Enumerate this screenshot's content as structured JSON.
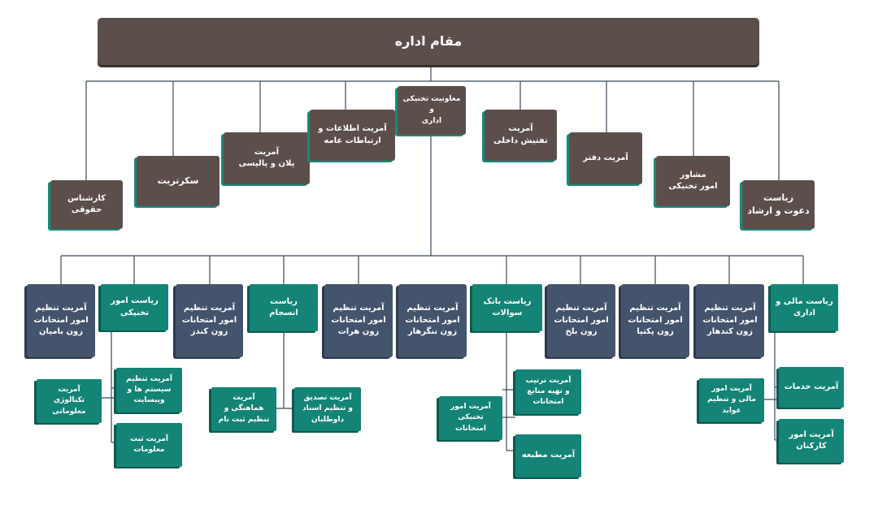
{
  "top": "مقام اداره",
  "tier1": {
    "legal": "کارشناس حقوقی",
    "secretariat": "سکرتریت",
    "plan": "آمریت\nپلان و پالیسی",
    "info": "آمریت اطلاعات و\nارتباطات عامه",
    "deputy": "معاونیت تخنیکی و\nاداری",
    "audit": "آمریت\nتفتیش داخلی",
    "office": "آمریت دفتر",
    "advisor": "مشاور\nامور تخنیکی",
    "dawat": "ریاست\nدعوت و ارشاد"
  },
  "tier2": {
    "bamyan": "آمریت تنظیم\nامور امتحانات\nزون بامیان",
    "technical": "ریاست امور\nتخنیکی",
    "kunduz": "آمریت تنظیم\nامور امتحانات\nزون کندز",
    "insijam": "ریاست انسجام",
    "herat": "آمریت تنظیم\nامور امتحانات\nزون هرات",
    "nangarhar": "آمریت تنظیم\nامور امتحانات\nزون ننگرهار",
    "qbank": "ریاست بانک\nسوالات",
    "balkh": "آمریت تنظیم\nامور امتحانات\nزون بلخ",
    "paktia": "آمریت تنظیم\nامور امتحانات\nزون پکتیا",
    "kandahar": "آمریت تنظیم\nامور امتحانات\nزون کندهار",
    "finance": "ریاست مالی و\nاداری"
  },
  "tier3": {
    "it": "آمریت\nتکنالوژی\nمعلوماتی",
    "systems": "آمریت تنظیم\nسیستم ها و\nویبسایت",
    "registration": "آمریت ثبت\nمعلومات",
    "coordination": "آمریت\nهماهنگی و\nتنظیم ثبت نام",
    "verification": "آمریت تصدیق\nو تنظیم اسناد\nداوطلبان",
    "examtech": "آمریت امور\nتخنیکی\nامتحانات",
    "sources": "آمریت ترتیب\nو تهیه منابع\nامتحانات",
    "printing": "آمریت مطبعه",
    "revenue": "آمریت امور\nمالی و تنظیم\nعواید",
    "services": "آمریت خدمات",
    "staff": "آمریت امور\nکارکنان"
  },
  "colors": {
    "brown": "#5c4f4b",
    "slate": "#45546d",
    "teal": "#138476",
    "line": "#3b4a5c"
  }
}
